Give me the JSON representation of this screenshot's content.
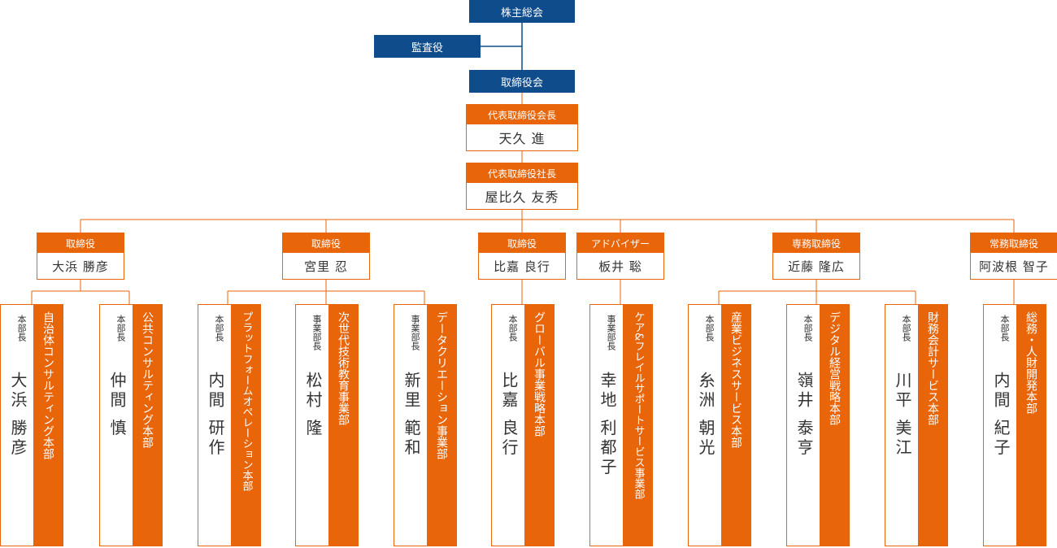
{
  "top": {
    "shareholders": "株主総会",
    "auditor": "監査役",
    "board": "取締役会"
  },
  "executives": [
    {
      "title": "代表取締役会長",
      "name": "天久 進"
    },
    {
      "title": "代表取締役社長",
      "name": "屋比久 友秀"
    }
  ],
  "managers": [
    {
      "title": "取締役",
      "name": "大浜 勝彦"
    },
    {
      "title": "取締役",
      "name": "宮里 忍"
    },
    {
      "title": "取締役",
      "name": "比嘉 良行"
    },
    {
      "title": "アドバイザー",
      "name": "板井 聡"
    },
    {
      "title": "専務取締役",
      "name": "近藤 隆広"
    },
    {
      "title": "常務取締役",
      "name": "阿波根 智子"
    }
  ],
  "divisions": [
    {
      "role": "本部長",
      "name": "大浜 勝彦",
      "dept": "自治体コンサルティング本部"
    },
    {
      "role": "本部長",
      "name": "仲間 慎",
      "dept": "公共コンサルティング本部"
    },
    {
      "role": "本部長",
      "name": "内間 研作",
      "dept": "プラットフォームオペレーション本部"
    },
    {
      "role": "事業部長",
      "name": "松村 隆",
      "dept": "次世代技術教育事業部"
    },
    {
      "role": "事業部長",
      "name": "新里 範和",
      "dept": "データクリエーション事業部"
    },
    {
      "role": "本部長",
      "name": "比嘉 良行",
      "dept": "グローバル事業戦略本部"
    },
    {
      "role": "事業部長",
      "name": "幸地 利都子",
      "dept": "ケア&フレイルサポートサービス事業部"
    },
    {
      "role": "本部長",
      "name": "糸洲 朝光",
      "dept": "産業ビジネスサービス本部"
    },
    {
      "role": "本部長",
      "name": "嶺井 泰亨",
      "dept": "デジタル経営戦略本部"
    },
    {
      "role": "本部長",
      "name": "川平 美江",
      "dept": "財務会計サービス本部"
    },
    {
      "role": "本部長",
      "name": "内間 紀子",
      "dept": "総務・人財開発本部"
    }
  ],
  "colors": {
    "navy": "#0f4c8c",
    "orange": "#e8650a",
    "line": "#e8650a",
    "spine": "#0f4c8c"
  }
}
